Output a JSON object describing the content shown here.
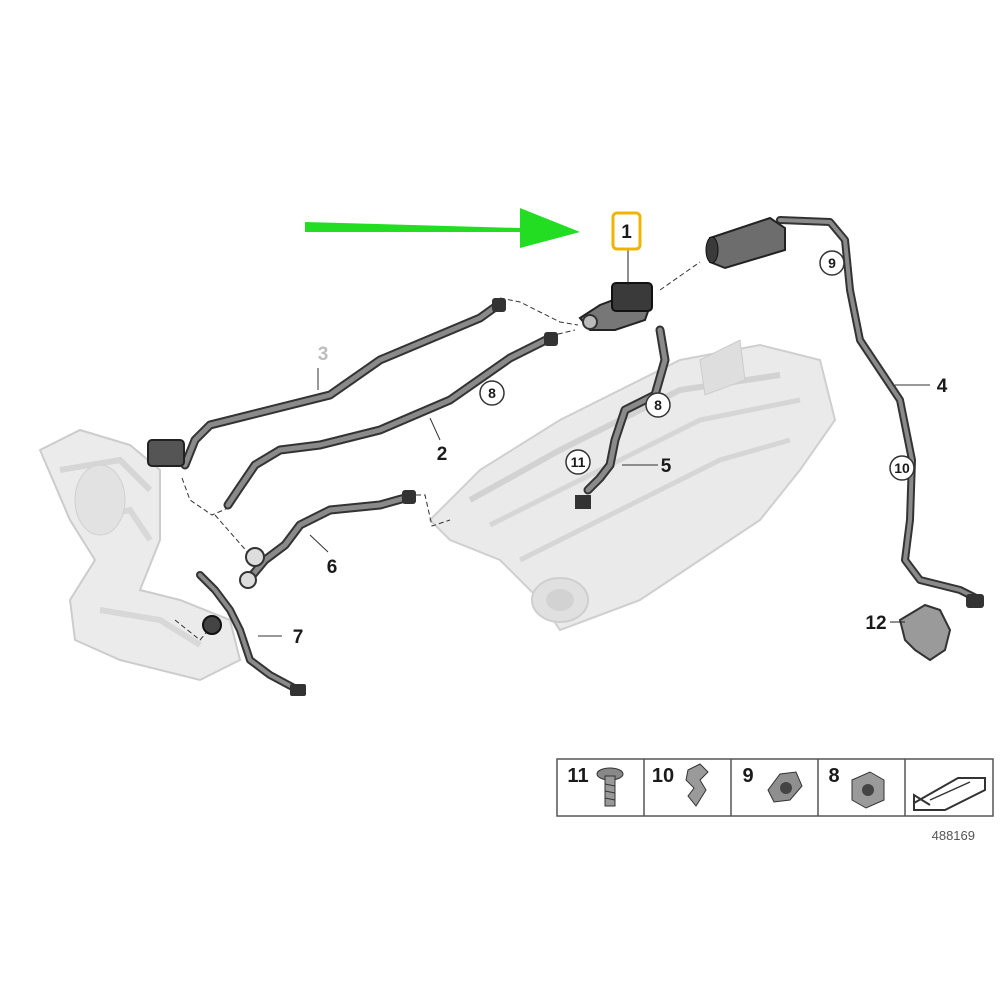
{
  "diagram": {
    "callouts": {
      "c1": "1",
      "c2": "2",
      "c3": "3",
      "c4": "4",
      "c5": "5",
      "c6": "6",
      "c7": "7",
      "c8a": "8",
      "c8b": "8",
      "c9": "9",
      "c10": "10",
      "c11": "11",
      "c12": "12"
    },
    "colors": {
      "highlight_box": "#f0b400",
      "arrow": "#22dd22",
      "hose": "#555555",
      "manifold": "#e6e6e6"
    }
  },
  "legend": {
    "items": [
      {
        "number": "11",
        "icon": "bolt-icon"
      },
      {
        "number": "10",
        "icon": "clip-icon"
      },
      {
        "number": "9",
        "icon": "clamp-icon"
      },
      {
        "number": "8",
        "icon": "holder-icon"
      },
      {
        "number": "",
        "icon": "gasket-icon"
      }
    ]
  },
  "reference_number": "488169"
}
